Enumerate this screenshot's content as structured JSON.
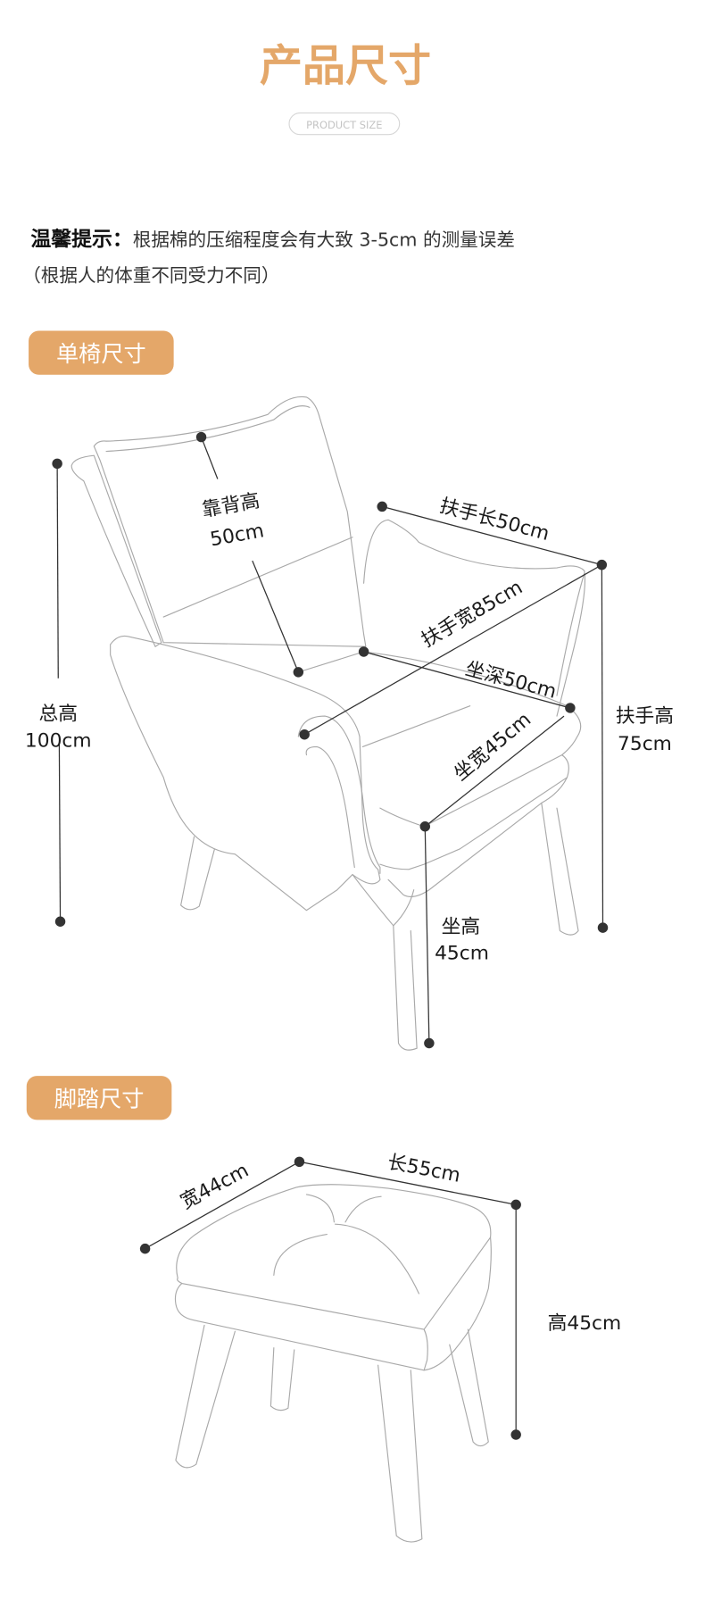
{
  "header": {
    "title": "产品尺寸",
    "subtitle": "PRODUCT SIZE"
  },
  "tip": {
    "label": "温馨提示：",
    "line1": "根据棉的压缩程度会有大致 3-5cm 的测量误差",
    "line2": "（根据人的体重不同受力不同）"
  },
  "chair": {
    "section_title": "单椅尺寸",
    "total_height": {
      "label": "总高",
      "value": "100cm"
    },
    "back_height": {
      "label": "靠背高",
      "value": "50cm"
    },
    "arm_length": "扶手长50cm",
    "arm_width": "扶手宽85cm",
    "seat_depth": "坐深50cm",
    "seat_width": "坐宽45cm",
    "seat_height": {
      "label": "坐高",
      "value": "45cm"
    },
    "arm_height": {
      "label": "扶手高",
      "value": "75cm"
    }
  },
  "footstool": {
    "section_title": "脚踏尺寸",
    "width": "宽44cm",
    "length": "长55cm",
    "height": "高45cm"
  },
  "colors": {
    "accent": "#e4a769",
    "line": "#333333",
    "sketch": "#a9a9a9"
  }
}
